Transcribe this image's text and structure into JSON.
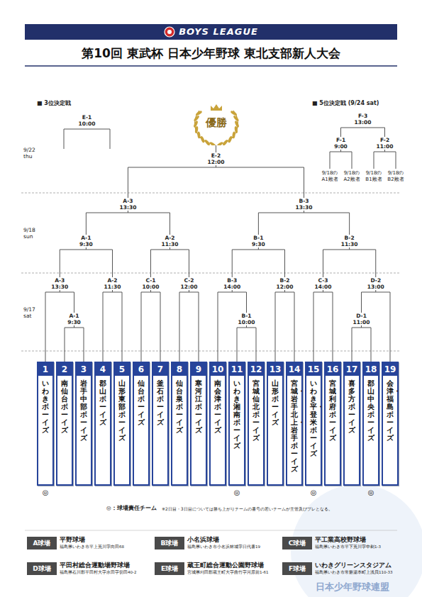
{
  "diagram": {
    "title": "第10回 東武杯 日本少年野球 東北支部新人大会",
    "nodes": [
      {
        "text": [
          "BOYS LEAGUE"
        ]
      },
      {
        "text": [
          "優勝"
        ]
      },
      {
        "text": [
          "1",
          "いわきボーイズ"
        ]
      },
      {
        "text": [
          "2",
          "南仙台ボーイズ"
        ]
      },
      {
        "text": [
          "3",
          "岩手中部ボーイズ"
        ]
      },
      {
        "text": [
          "4",
          "郡山ボーイズ"
        ]
      },
      {
        "text": [
          "5",
          "山形東部ボーイズ"
        ]
      },
      {
        "text": [
          "6",
          "仙台ボーイズ"
        ]
      },
      {
        "text": [
          "7",
          "釜石ボーイズ"
        ]
      },
      {
        "text": [
          "8",
          "仙台泉ボーイズ"
        ]
      },
      {
        "text": [
          "9",
          "寒河江ボーイズ"
        ]
      },
      {
        "text": [
          "10",
          "南会津ボーイズ"
        ]
      },
      {
        "text": [
          "11",
          "いわき湘南ボーイズ"
        ]
      },
      {
        "text": [
          "12",
          "宮城仙北ボーイズ"
        ]
      },
      {
        "text": [
          "13",
          "山形ボーイズ"
        ]
      },
      {
        "text": [
          "14",
          "宮城・岩手北上・岩手ボーイズ"
        ]
      },
      {
        "text": [
          "15",
          "いわき平・登米ボーイズ"
        ]
      },
      {
        "text": [
          "16",
          "宮城利府ボーイズ"
        ]
      },
      {
        "text": [
          "17",
          "喜多方ボーイズ"
        ]
      },
      {
        "text": [
          "18",
          "郡山中央ボーイズ"
        ]
      },
      {
        "text": [
          "19",
          "会津・福島ボーイズ"
        ]
      },
      {
        "text": [
          "A球場"
        ]
      },
      {
        "text": [
          "B球場"
        ]
      },
      {
        "text": [
          "C球場"
        ]
      },
      {
        "text": [
          "D球場"
        ]
      },
      {
        "text": [
          "E球場"
        ]
      },
      {
        "text": [
          "F球場"
        ]
      }
    ],
    "labels": [
      "■ 3位決定戦",
      "■ 5位決定戦 (9/24 sat)",
      "E-1",
      "10:00",
      "F-3",
      "13:00",
      "9/22 thu",
      "F-1",
      "9:00",
      "F-2",
      "11:00",
      "E-2",
      "12:00",
      "9/18の A1敗者",
      "9/18の A2敗者",
      "9/18の B1敗者",
      "9/18の B2敗者",
      "A-3",
      "13:30",
      "B-3",
      "13:30",
      "9/18 sun",
      "A-1",
      "9:30",
      "A-2",
      "11:30",
      "B-1",
      "9:30",
      "B-2",
      "11:30",
      "A-3",
      "13:30",
      "A-2",
      "11:30",
      "C-1",
      "10:00",
      "C-2",
      "12:00",
      "B-3",
      "14:00",
      "B-2",
      "12:00",
      "C-3",
      "14:00",
      "D-2",
      "13:00",
      "9/17 sat",
      "A-1",
      "9:30",
      "B-1",
      "10:00",
      "D-1",
      "11:00",
      "◎",
      "◎",
      "◎",
      "◎",
      "※2日目・3日目については勝ち上がりチームの番号の若いチームが主管及びプレとなる。",
      "平野球場",
      "福島県いわき市平上荒川字向田68",
      "小名浜球場",
      "福島県いわき市小名浜林城字日代番19",
      "平工業高校野球場",
      "福島県いわき市平下荒川字中剃1-3",
      "平田村総合運動場野球場",
      "福島県石川郡平田村大字永田字切田40-2",
      "蔵王町総合運動公園野球場",
      "宮城県刈田郡蔵王町大字曲竹字河原前1-61",
      "いわきグリーンスタジアム",
      "福島県いわき市常磐湯本町上浅貝110-33",
      "日本少年野球連盟"
    ],
    "legend": [
      {
        "text": "◎：球場責任チーム"
      }
    ]
  }
}
